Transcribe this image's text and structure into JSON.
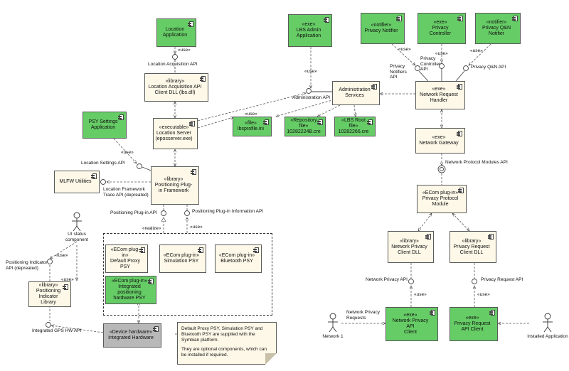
{
  "components": {
    "location_application": {
      "name": "Location\nApplication"
    },
    "lbs_admin_application": {
      "stereotype": "«exe»",
      "name": "LBS Admin\nApplication"
    },
    "privacy_notifier": {
      "stereotype": "«notifier»",
      "name": "Privacy Notifier"
    },
    "privacy_controller": {
      "stereotype": "«exe»",
      "name": "Privacy Controller"
    },
    "privacy_qn_notifier": {
      "stereotype": "«notifier»",
      "name": "Privacy Q&N\nNotifier"
    },
    "location_acquisition_client": {
      "stereotype": "«library»",
      "name": "Location Acquisition API\nClient DLL (lbs.dll)"
    },
    "administration_services": {
      "name": "Administration\nServices"
    },
    "network_request_handler": {
      "stereotype": "«exe»",
      "name": "Network Request\nHandler"
    },
    "psy_settings_application": {
      "name": "PSY Settings\nApplication"
    },
    "location_server": {
      "stereotype": "«executable»",
      "name": "Location Server\n(eposserver.exe)"
    },
    "lbsprofile_ini": {
      "stereotype": "«file»",
      "name": "lbsprofile.ini"
    },
    "repository_file": {
      "stereotype": "«Repository file»",
      "name": "10282224B.cre"
    },
    "lbs_root_file": {
      "stereotype": "«LBS Root file»",
      "name": "10282266.cre"
    },
    "network_gateway": {
      "stereotype": "«exe»",
      "name": "Network Gateway"
    },
    "mlfw_utilities": {
      "name": "MLFW Utilities"
    },
    "positioning_plugin_framework": {
      "stereotype": "«library»",
      "name": "Positioning Plug-\nin Framework"
    },
    "privacy_protocol_module": {
      "stereotype": "«ECom plug-in»",
      "name": "Privacy Protocol\nModule"
    },
    "default_proxy_psy": {
      "stereotype": "«ECom plug-in»",
      "name": "Default Proxy\nPSY"
    },
    "simulation_psy": {
      "stereotype": "«ECom plug-in»",
      "name": "Simulation PSY"
    },
    "bluetooth_psy": {
      "stereotype": "«ECom plug-in»",
      "name": "Bluetooth PSY"
    },
    "integrated_positioning_hw_psy": {
      "stereotype": "«ECom plug-in»",
      "name": "Integrated\npositioning\nhardware PSY"
    },
    "positioning_indicator_library": {
      "stereotype": "«library»",
      "name": "Positioning\nIndicator Library"
    },
    "network_privacy_client_dll": {
      "stereotype": "«library»",
      "name": "Network Privacy\nClient DLL"
    },
    "privacy_request_client_dll": {
      "stereotype": "«library»",
      "name": "Privacy Request\nClient DLL"
    },
    "integrated_hardware": {
      "stereotype": "«Device hardware»",
      "name": "Integrated Hardware"
    },
    "network_privacy_api_client": {
      "stereotype": "«exe»",
      "name": "Network Privacy API\nClient"
    },
    "privacy_request_api_client": {
      "stereotype": "«exe»",
      "name": "Privacy Request\nAPI Client"
    }
  },
  "labels": {
    "use": "«use»",
    "realize": "«realize»",
    "location_acquisition_api": "Location Acquisition API",
    "administration_api": "Administration API",
    "privacy_notifiers_api": "Privacy\nNotifiers\nAPI",
    "privacy_controller_api": "Privacy\nController\nAPI",
    "privacy_qn_api": "Privacy Q&N API",
    "location_settings_api": "Location Settings API",
    "location_framework_trace_api": "Location Framework\nTrace API (depreated)",
    "network_protocol_modules_api": "Network Protocol Modules API",
    "positioning_plugin_api": "Positioning Plug-in API",
    "positioning_plugin_information_api": "Positioning Plug-in Information API",
    "positioning_indicator_api": "Positioning Indicator\nAPI (depreated)",
    "integrated_gps_hw_api": "Integrated GPS HW API",
    "network_privacy_api": "Network Privacy API",
    "privacy_request_api": "Privacy Request API",
    "network_privacy_requests": "Network Privacy\nRequests"
  },
  "actors": {
    "ui_status_component": "UI status\ncomponent",
    "network_1": "Network 1",
    "installed_application": "Installed Application"
  },
  "note": {
    "line1": "Default Proxy PSY, Simulation PSY and  Bluetooth PSY are supplied with the Symbian platform.",
    "line2": "They are optional components, which can be installed if required."
  }
}
